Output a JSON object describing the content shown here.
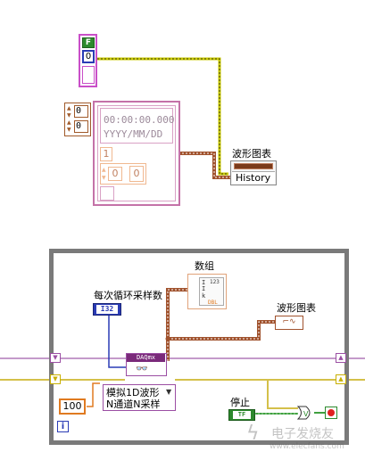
{
  "bool_const": {
    "tf_letter": "F",
    "value": "0"
  },
  "waveform_const": {
    "index_top": "0",
    "index_bottom": "0",
    "timestamp_time": "00:00:00.000",
    "timestamp_date": "YYYY/MM/DD",
    "dt": "1",
    "array_index": "0",
    "array_value": "0"
  },
  "chart_property": {
    "label": "波形图表",
    "property": "History"
  },
  "loop": {
    "array_indicator": {
      "label": "数组",
      "type": "DBL"
    },
    "samples_per_channel": {
      "label": "每次循环采样数",
      "type": "I32"
    },
    "waveform_chart": {
      "label": "波形图表"
    },
    "daqmx_read": {
      "title": "DAQmx"
    },
    "read_mode": {
      "line1": "模拟1D波形",
      "line2": "N通道N采样"
    },
    "constant_100": "100",
    "stop": {
      "label": "停止",
      "button_text": "TF"
    },
    "iteration": "i"
  },
  "watermark": "电子发烧友",
  "watermark_url": "www.elecfans.com",
  "colors": {
    "waveform_wire": "#a0522d",
    "bool_wire": "#9a9a00",
    "error_wire": "#f0e68c",
    "loop_frame": "#7a7a7a",
    "task_wire": "#9b4ea3"
  }
}
